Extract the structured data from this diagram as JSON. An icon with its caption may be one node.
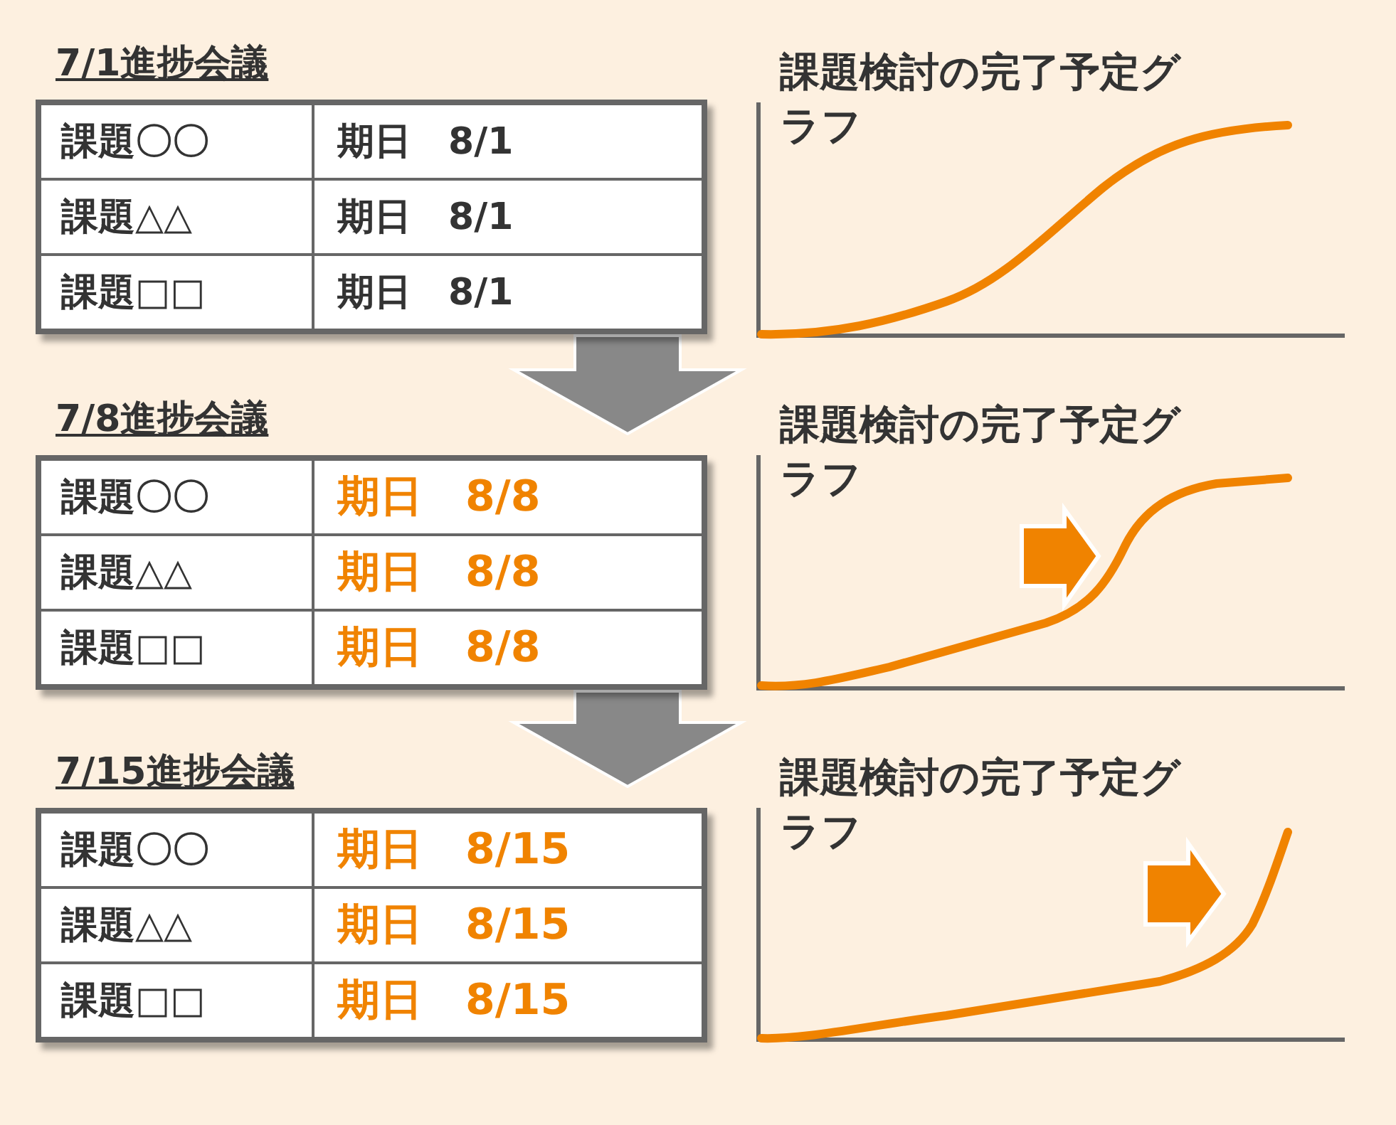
{
  "diagram": {
    "nodes": [
      {
        "text": [
          "7/1進捗会議",
          "課題〇〇",
          "期日　8/1",
          "課題△△",
          "期日　8/1",
          "課題□□",
          "期日　8/1"
        ]
      },
      {
        "text": [
          "7/8進捗会議",
          "課題〇〇",
          "期日　8/8",
          "課題△△",
          "期日　8/8",
          "課題□□",
          "期日　8/8"
        ]
      },
      {
        "text": [
          "7/15進捗会議",
          "課題〇〇",
          "期日　8/15",
          "課題△△",
          "期日　8/15",
          "課題□□",
          "期日　8/15"
        ]
      }
    ],
    "edges": [
      {
        "from": 0,
        "to": 1,
        "arrow": "to"
      },
      {
        "from": 1,
        "to": 2,
        "arrow": "to"
      }
    ],
    "labels": [
      "課題検討の完了予定グラフ",
      "課題検討の完了予定グラフ",
      "課題検討の完了予定グラフ"
    ]
  }
}
